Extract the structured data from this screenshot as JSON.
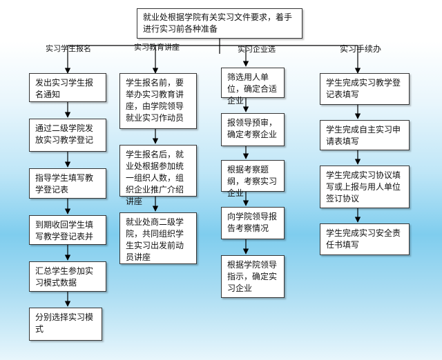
{
  "top": "就业处根据学院有关实习文件要求，着手进行实习前各种准备",
  "columns": [
    {
      "title": "实习学生报名",
      "boxes": [
        "发出实习学生报名通知",
        "通过二级学院发放实习教学登记",
        "指导学生填写教学登记表",
        "到期收回学生填写教学登记表并",
        "汇总学生参加实习模式数据",
        "分别选择实习模式"
      ]
    },
    {
      "title": "实习教育讲座",
      "boxes": [
        "学生报名前，要举办实习教育讲座，由学院领导就业实习作动员",
        "学生报名后，就业处根据参加统一组织人数，组织企业推广介绍讲座",
        "就业处商二级学院，共同组织学生实习出发前动员讲座"
      ]
    },
    {
      "title": "实习企业选",
      "boxes": [
        "筛选用人单位，确定合适企业",
        "报领导预审，确定考察企业",
        "根据考察题纲，考察实习企业",
        "向学院领导报告考察情况",
        "根据学院领导指示，确定实习企业"
      ]
    },
    {
      "title": "实习手续办",
      "boxes": [
        "学生完成实习教学登记表填写",
        "学生完成自主实习申请表填写",
        "学生完成实习协议填写或上报与用人单位签订协议",
        "学生完成实习安全责任书填写"
      ]
    }
  ]
}
